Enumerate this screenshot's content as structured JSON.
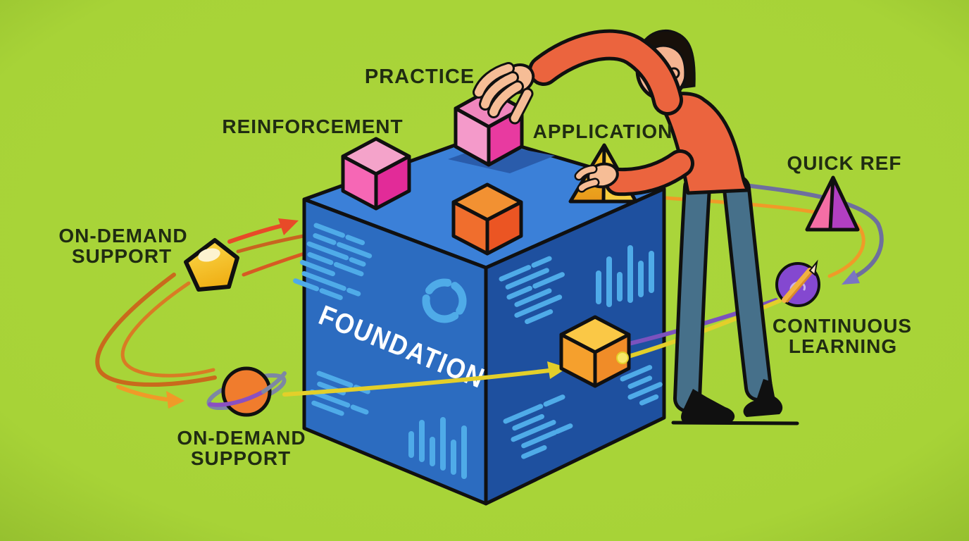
{
  "illustration": {
    "background_color": "#a7d337",
    "labels": {
      "practice": "PRACTICE",
      "reinforcement": "REINFORCEMENT",
      "application": "APPLICATION",
      "quick_ref": "QUICK REF",
      "foundation": "FOUNDATION",
      "on_demand_support_upper": {
        "line1": "ON-DEMAND",
        "line2": "SUPPORT"
      },
      "on_demand_support_lower": {
        "line1": "ON-DEMAND",
        "line2": "SUPPORT"
      },
      "continuous_learning": {
        "line1": "CONTINUOUS",
        "line2": "LEARNING"
      }
    },
    "colors": {
      "label_text": "#202c12",
      "foundation_text": "#ffffff",
      "cube_top": "#3b80d8",
      "cube_left": "#2c6cc0",
      "cube_right": "#1e509f",
      "cube_detail_lines": "#4fabe8",
      "pink_cube_front": "#ee3fa4",
      "orange_cube_front": "#eb5523",
      "yellow_cube_front": "#f08c28",
      "pyramid_gold": "#f8ce3e",
      "quick_ref_pyramid_purple": "#b13fc1",
      "quick_ref_pyramid_pink": "#f46ea5",
      "pentagon_yellow": "#f8c823",
      "planet_orange": "#f07c2d",
      "orb_purple": "#8448d0",
      "person_shirt": "#eb643e",
      "person_pants": "#46708a",
      "person_skin": "#f5b491",
      "arrow_red": "#e84a28",
      "arrow_orange": "#f09a28",
      "arrow_yellow": "#e3cf2a",
      "arc_purple": "#6e6f9e",
      "line_purple": "#7b52be",
      "outline_black": "#101010"
    },
    "icons": {
      "pentagon": "support-pentagon-icon",
      "planet": "planet-orbit-icon",
      "pencil_orb": "pencil-orb-icon",
      "donut_chart": "donut-chart-icon",
      "bar_chart": "bar-chart-icon",
      "equalizer_bars": "equalizer-bars-icon"
    }
  }
}
